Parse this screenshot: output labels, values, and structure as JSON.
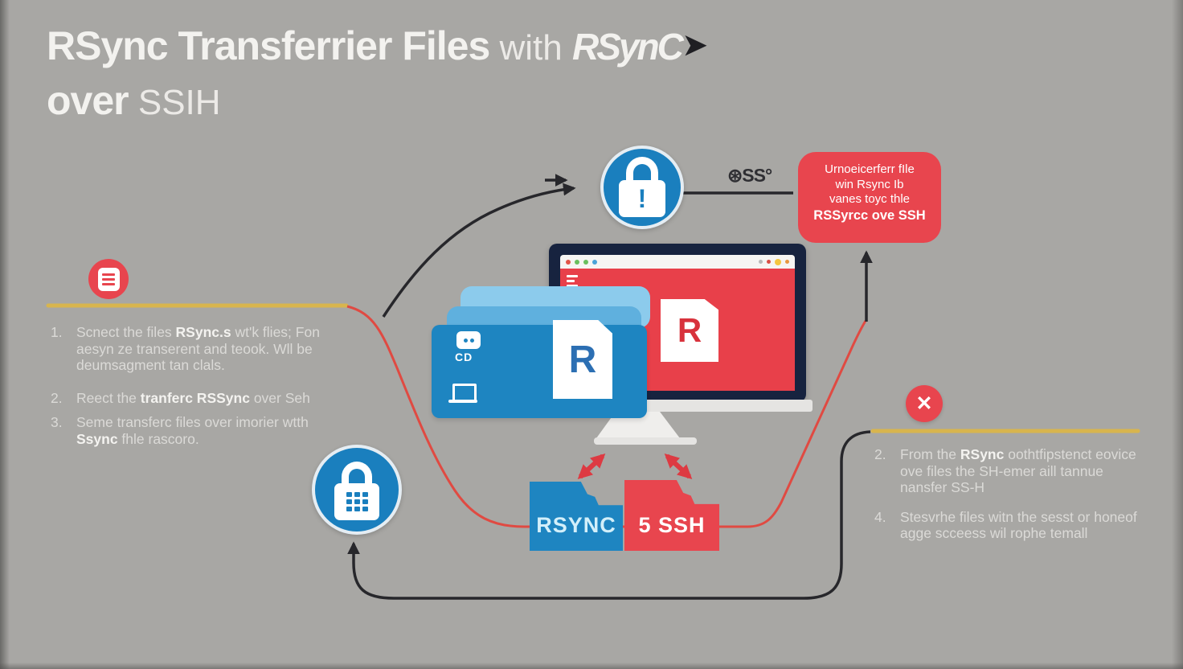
{
  "title": {
    "main_bold": "RSync Transferrier Files",
    "with_word": " with ",
    "script_word": "RSynC",
    "arrow_glyph": "➤",
    "line2_bold": "over",
    "line2_light": " SSIH"
  },
  "lists": {
    "left": {
      "items": [
        {
          "num": "1.",
          "pre": "Scnect the files ",
          "bold": "RSync.s",
          "post": " wt'k flies; Fon aesyn ze transerent and teook. Wll be deumsagment tan clals."
        },
        {
          "num": "2.",
          "pre": "Reect the ",
          "bold": "tranferc RSSync",
          "post": " over Seh"
        },
        {
          "num": "3.",
          "pre": "Seme transferc files over imorier wtth ",
          "bold": "Ssync",
          "post": " fhle rascoro."
        }
      ]
    },
    "right": {
      "items": [
        {
          "num": "2.",
          "pre": "From the ",
          "bold": "RSync",
          "post": " oothtfipstenct eovice ove files the SH-emer aill tannue nansfer SS-H"
        },
        {
          "num": "4.",
          "pre": "Stesvrhe files witn the sesst or honeof agge scceess wil rophe temall",
          "bold": "",
          "post": ""
        }
      ]
    }
  },
  "bubble": {
    "lines": [
      "Urnoeicerferr fIle",
      "win Rsync Ib",
      "vanes toyc thle"
    ],
    "bold_line": "RSSyrcc ove SSH"
  },
  "folders": {
    "rsync_label": "RSYNC",
    "ssh_label": "5 SSH"
  },
  "documents": {
    "letter": "R"
  },
  "glyphs": {
    "ssh_chain": "⊛SS°",
    "x_mark": "✕",
    "lock_exclaim": "!",
    "chip_label": "CD"
  },
  "icons": {
    "top_circle": "padlock-exclamation-icon",
    "bottom_circle": "padlock-keypad-icon",
    "left_circle": "server-list-icon",
    "right_circle": "error-x-icon"
  },
  "colors": {
    "background": "#a8a7a4",
    "accent_blue": "#1e85c1",
    "accent_red": "#e8454e",
    "line_yellow": "#d8b54e",
    "line_black": "#27272b",
    "line_red": "#e04a42",
    "title_white": "#f3f2ef",
    "text_gray": "#dbdad7",
    "screen_red": "#e8404a",
    "bezel_navy": "#17233f"
  }
}
